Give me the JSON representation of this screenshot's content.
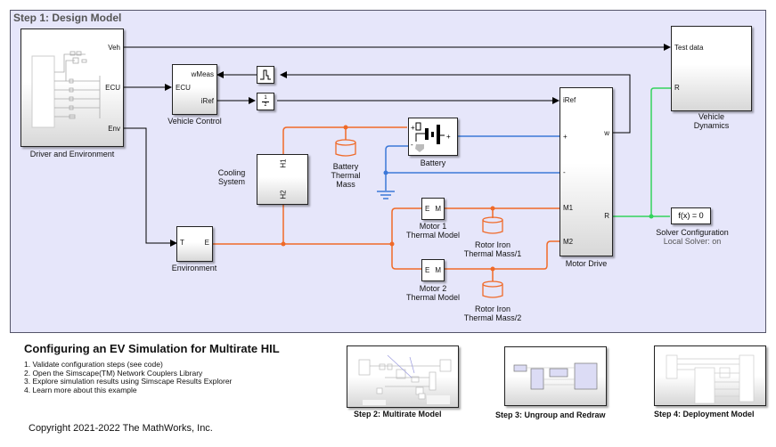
{
  "area": {
    "title": "Step 1: Design Model"
  },
  "colors": {
    "area_bg": "#e6e6fa",
    "thermal": "#f06a28",
    "electrical": "#3c78d8",
    "mechanical": "#33d35c",
    "signal": "#000000"
  },
  "blocks": {
    "driver_env": {
      "label": "Driver and Environment",
      "ports": {
        "veh": "Veh",
        "ecu": "ECU",
        "env": "Env"
      }
    },
    "vehicle_control": {
      "label": "Vehicle Control",
      "ports": {
        "wmeas": "wMeas",
        "ecu": "ECU",
        "iref": "iRef"
      }
    },
    "rate_transition": {
      "icon": "zero-order-hold-icon"
    },
    "unit_delay": {
      "num": "1",
      "den": "z"
    },
    "cooling_system": {
      "label_line1": "Cooling",
      "label_line2": "System",
      "ports": {
        "h1": "H1",
        "h2": "H2"
      }
    },
    "battery_thermal_mass": {
      "label_line1": "Battery",
      "label_line2": "Thermal",
      "label_line3": "Mass"
    },
    "battery": {
      "label": "Battery",
      "ports": {
        "plus": "+",
        "minus": "-",
        "thermal": "+"
      }
    },
    "environment": {
      "label": "Environment",
      "ports": {
        "t": "T",
        "e": "E"
      }
    },
    "motor1_thermal": {
      "label_line1": "Motor 1",
      "label_line2": "Thermal Model",
      "ports": {
        "e": "E",
        "m": "M"
      }
    },
    "motor2_thermal": {
      "label_line1": "Motor 2",
      "label_line2": "Thermal Model",
      "ports": {
        "e": "E",
        "m": "M"
      }
    },
    "rotor_mass1": {
      "label_line1": "Rotor Iron",
      "label_line2": "Thermal Mass/1"
    },
    "rotor_mass2": {
      "label_line1": "Rotor Iron",
      "label_line2": "Thermal Mass/2"
    },
    "motor_drive": {
      "label": "Motor Drive",
      "ports": {
        "iref": "iRef",
        "plus": "+",
        "minus": "-",
        "m1": "M1",
        "m2": "M2",
        "w": "w",
        "r": "R"
      }
    },
    "vehicle_dynamics": {
      "label_line1": "Vehicle",
      "label_line2": "Dynamics",
      "ports": {
        "test_data": "Test data",
        "r": "R"
      }
    },
    "solver_config": {
      "text": "f(x) = 0",
      "label": "Solver Configuration",
      "sublabel": "Local Solver: on"
    }
  },
  "doc": {
    "title": "Configuring an EV Simulation for Multirate HIL",
    "items": [
      "1. Validate configuration steps (see code)",
      "2. Open the Simscape(TM) Network Couplers Library",
      "3. Explore simulation results using Simscape Results Explorer",
      "4. Learn more about this example"
    ],
    "copyright": "Copyright 2021-2022 The MathWorks, Inc."
  },
  "thumbnails": [
    {
      "label": "Step 2: Multirate Model"
    },
    {
      "label": "Step 3: Ungroup and Redraw"
    },
    {
      "label": "Step 4: Deployment Model"
    }
  ]
}
